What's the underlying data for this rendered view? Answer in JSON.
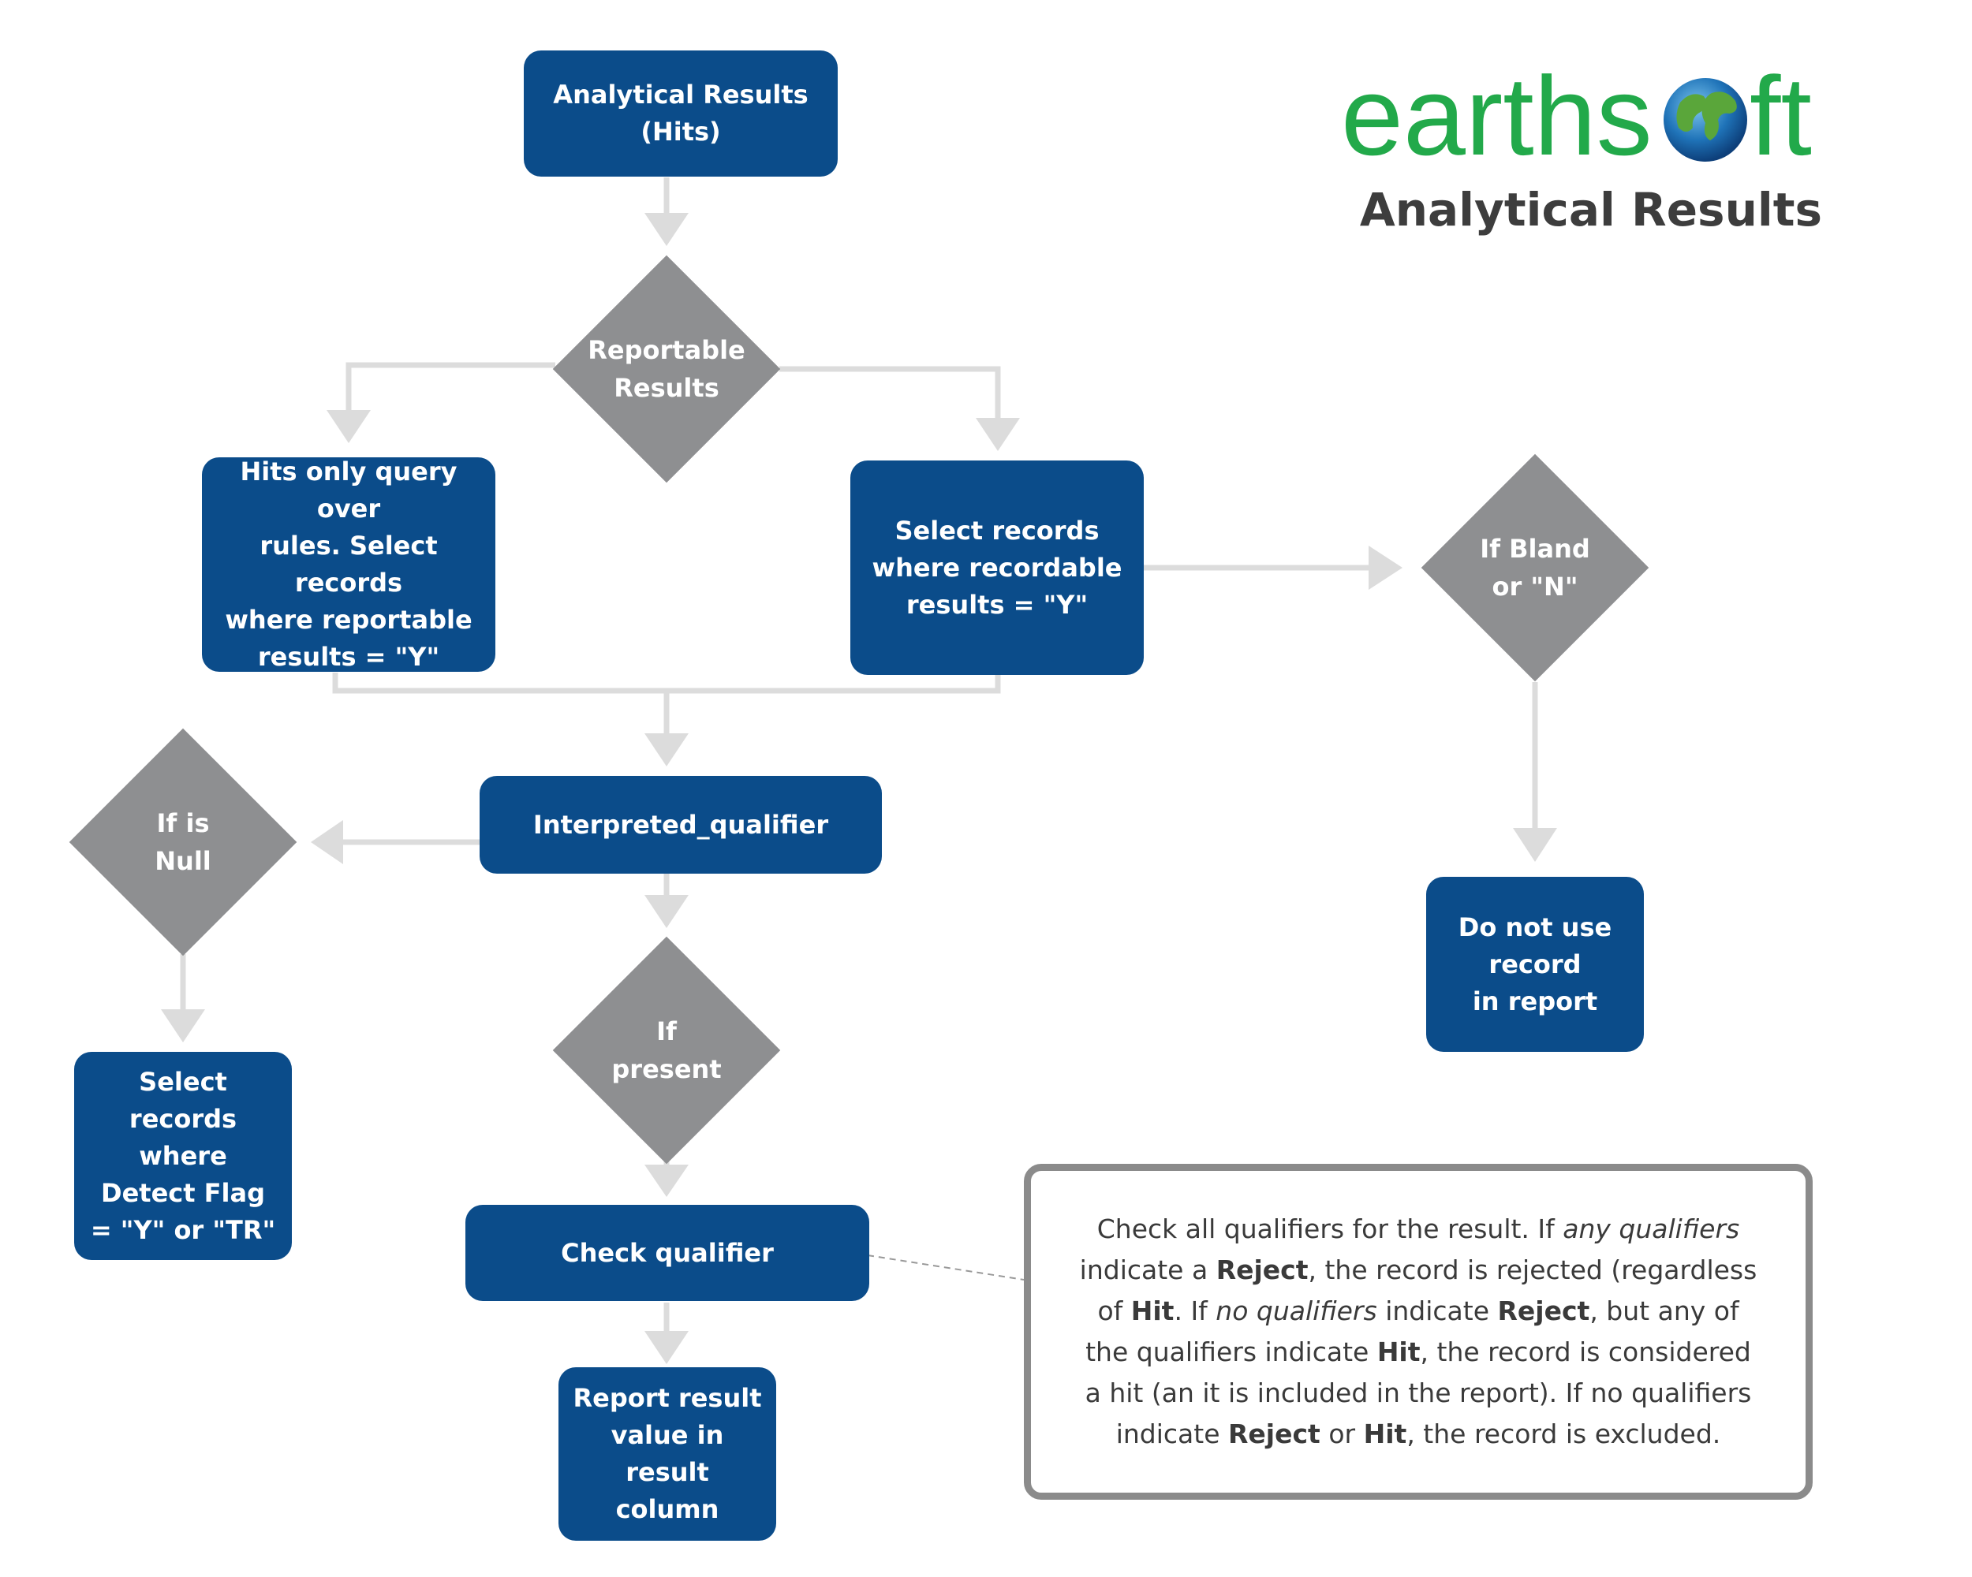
{
  "header": {
    "title": "Analytical Results"
  },
  "logo": {
    "text_before": "earths",
    "text_after": "ft",
    "color": "#22a94a",
    "globe": "globe-icon"
  },
  "nodes": {
    "start": "Analytical Results\n(Hits)",
    "reportable": "Reportable\nResults",
    "hits_only": "Hits only query over\nrules. Select records\nwhere reportable\nresults = \"Y\"",
    "select_recordable": "Select records\nwhere recordable\nresults = \"Y\"",
    "if_bland": "If Bland\nor \"N\"",
    "do_not_use": "Do not use\nrecord\nin report",
    "interpreted": "Interpreted_qualifier",
    "if_null": "If is\nNull",
    "select_detect": "Select records\nwhere\nDetect Flag\n= \"Y\" or \"TR\"",
    "if_present": "If\npresent",
    "check_qualifier": "Check qualifier",
    "report_result": "Report result\nvalue in\nresult column"
  },
  "note": {
    "t1": "Check all qualifiers for the result. If ",
    "i1": "any qualifiers",
    "t2": " indicate a ",
    "b1": "Reject",
    "t3": ", the record is rejected (regardless of ",
    "b2": "Hit",
    "t4": ". If ",
    "i2": "no qualifiers",
    "t5": " indicate ",
    "b3": "Reject",
    "t6": ", but any of the qualifiers indicate ",
    "b4": "Hit",
    "t7": ", the record is considered a hit (an it is included in the report). If no qualifiers indicate ",
    "b5": "Reject",
    "t8": " or ",
    "b6": "Hit",
    "t9": ", the record is excluded."
  },
  "colors": {
    "box": "#0b4c8a",
    "diamond": "#8e8f91",
    "connector": "#dcdcdc",
    "note_border": "#8b8b8b"
  }
}
